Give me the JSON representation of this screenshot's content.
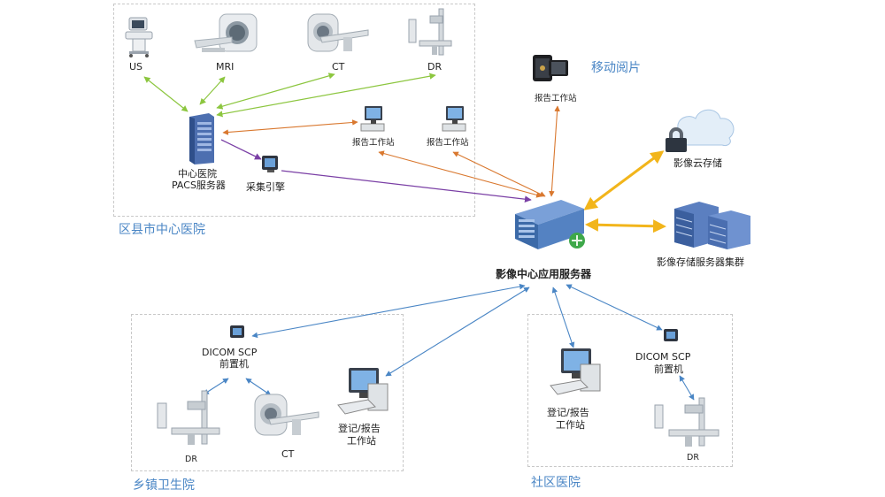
{
  "colors": {
    "green": "#8cc63f",
    "orange": "#d9782f",
    "purple": "#7a3fa5",
    "blue": "#4a86c5",
    "gold": "#f2b51b",
    "region_border": "#c8c8c8"
  },
  "regions": {
    "county": "区县市中心医院",
    "township": "乡镇卫生院",
    "community": "社区医院"
  },
  "devices": {
    "us": "US",
    "mri": "MRI",
    "ct_top": "CT",
    "dr_top": "DR",
    "pacs_line1": "中心医院",
    "pacs_line2": "PACS服务器",
    "capture": "采集引擎",
    "report_ws_1": "报告工作站",
    "report_ws_2": "报告工作站",
    "mobile_ws": "报告工作站",
    "mobile_title": "移动阅片",
    "cloud": "影像云存储",
    "cluster": "影像存储服务器集群",
    "center_server": "影像中心应用服务器",
    "town_scp_line1": "DICOM SCP",
    "town_scp_line2": "前置机",
    "town_dr": "DR",
    "town_ct": "CT",
    "town_ws_line1": "登记/报告",
    "town_ws_line2": "工作站",
    "comm_ws_line1": "登记/报告",
    "comm_ws_line2": "工作站",
    "comm_scp_line1": "DICOM SCP",
    "comm_scp_line2": "前置机",
    "comm_dr": "DR"
  },
  "icons": {
    "us": "ultrasound-icon",
    "mri": "mri-scanner-icon",
    "ct": "ct-scanner-icon",
    "dr": "x-ray-icon",
    "pacs": "tower-server-icon",
    "capture": "capture-engine-icon",
    "workstation": "computer-icon",
    "tablets": "tablet-icon",
    "cloud": "cloud-lock-icon",
    "cluster": "server-rack-icon",
    "center": "rack-server-icon"
  }
}
